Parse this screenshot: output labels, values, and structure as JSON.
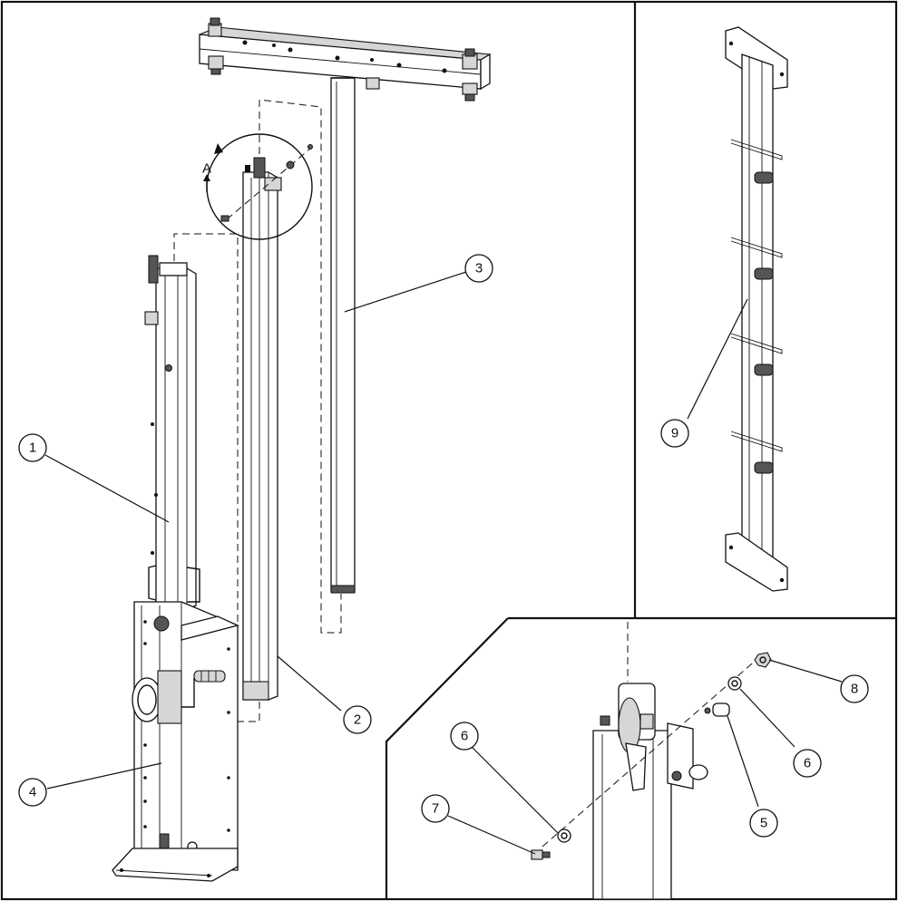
{
  "views": {
    "main": {
      "detail_marker": "A"
    }
  },
  "callouts": [
    {
      "id": "c1",
      "label": "1"
    },
    {
      "id": "c2",
      "label": "2"
    },
    {
      "id": "c3",
      "label": "3"
    },
    {
      "id": "c4",
      "label": "4"
    },
    {
      "id": "c9",
      "label": "9"
    },
    {
      "id": "c6a",
      "label": "6"
    },
    {
      "id": "c6b",
      "label": "6"
    },
    {
      "id": "c7",
      "label": "7"
    },
    {
      "id": "c5",
      "label": "5"
    },
    {
      "id": "c8",
      "label": "8"
    }
  ]
}
